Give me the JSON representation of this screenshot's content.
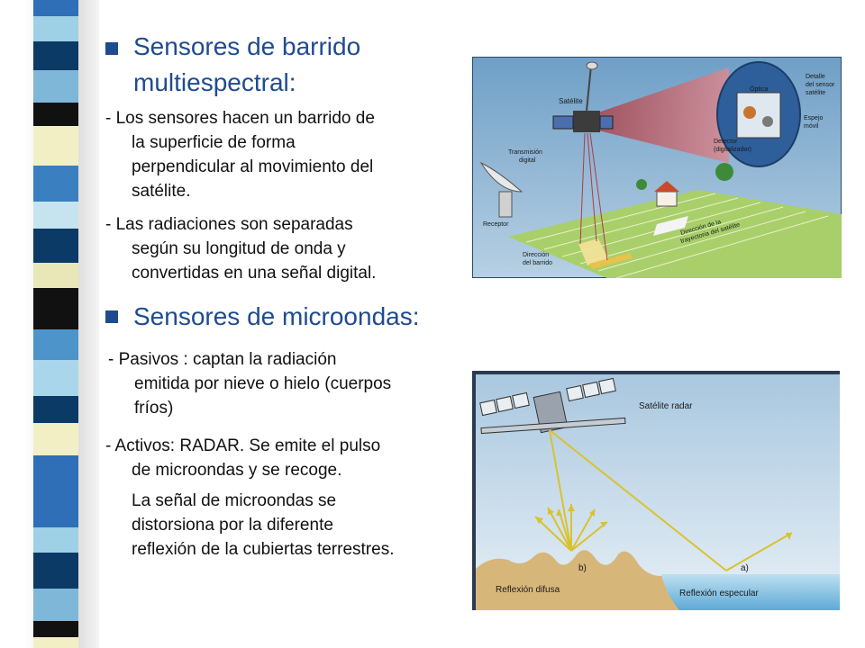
{
  "slide": {
    "section1": {
      "heading_line1": "Sensores de barrido",
      "heading_line2": "multiespectral:",
      "para1": [
        "- Los sensores hacen un barrido de",
        "la superficie de forma",
        "perpendicular al movimiento del",
        "satélite."
      ],
      "para2": [
        "- Las radiaciones son separadas",
        "según su longitud de onda y",
        "convertidas en una señal digital."
      ]
    },
    "section2": {
      "heading": "Sensores de microondas:",
      "para1": [
        "- Pasivos : captan la radiación",
        "emitida por nieve o hielo (cuerpos",
        "fríos)"
      ],
      "para2": [
        "- Activos: RADAR. Se emite el pulso",
        "de microondas y se recoge."
      ],
      "para3": [
        "La señal de microondas se",
        "distorsiona por la diferente",
        "reflexión de la cubiertas terrestres."
      ]
    }
  },
  "figure1": {
    "labels": {
      "satelite": "Satélite",
      "optica": "Óptica",
      "detalle1": "Detalle",
      "detalle2": "del sensor",
      "detalle3": "satélite",
      "espejo1": "Espejo",
      "espejo2": "móvil",
      "detector1": "Detector",
      "detector2": "(digitalizador)",
      "transmision1": "Transmisión",
      "transmision2": "digital",
      "receptor": "Receptor",
      "direccion_tray1": "Dirección de la",
      "direccion_tray2": "trayectoria del satélite",
      "direccion_barr1": "Dirección",
      "direccion_barr2": "del barrido"
    }
  },
  "figure2": {
    "labels": {
      "satelite_radar": "Satélite radar",
      "b": "b)",
      "a": "a)",
      "reflexion_difusa": "Reflexión difusa",
      "reflexion_especular": "Reflexión especular"
    }
  },
  "colors": {
    "heading": "#1f4b8f",
    "stripe": [
      "#2e6fb7",
      "#9ed0e6",
      "#0b3a66",
      "#7fb7d9",
      "#111111",
      "#f2efc4",
      "#3a7fc0",
      "#c5e4ef",
      "#0b3a66",
      "#e9e6b8",
      "#111111",
      "#4c94c9",
      "#a9d6ea",
      "#0b3a66",
      "#f2efc4",
      "#2e6fb7"
    ]
  }
}
